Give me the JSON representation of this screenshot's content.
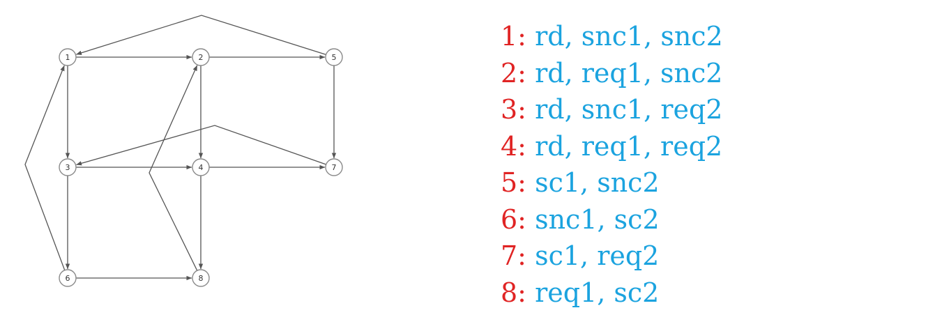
{
  "graph": {
    "nodes": [
      "1",
      "2",
      "3",
      "4",
      "5",
      "6",
      "7",
      "8"
    ],
    "edges": [
      {
        "from": "1",
        "to": "2"
      },
      {
        "from": "1",
        "to": "3"
      },
      {
        "from": "2",
        "to": "5"
      },
      {
        "from": "2",
        "to": "4"
      },
      {
        "from": "5",
        "to": "1"
      },
      {
        "from": "5",
        "to": "7"
      },
      {
        "from": "3",
        "to": "4"
      },
      {
        "from": "3",
        "to": "6"
      },
      {
        "from": "4",
        "to": "7"
      },
      {
        "from": "4",
        "to": "8"
      },
      {
        "from": "6",
        "to": "8"
      },
      {
        "from": "6",
        "to": "1"
      },
      {
        "from": "7",
        "to": "3"
      },
      {
        "from": "8",
        "to": "2"
      }
    ]
  },
  "states": [
    {
      "id": "1:",
      "vars": "rd, snc1, snc2"
    },
    {
      "id": "2:",
      "vars": "rd, req1, snc2"
    },
    {
      "id": "3:",
      "vars": "rd, snc1, req2"
    },
    {
      "id": "4:",
      "vars": "rd, req1, req2"
    },
    {
      "id": "5:",
      "vars": "sc1, snc2"
    },
    {
      "id": "6:",
      "vars": "snc1, sc2"
    },
    {
      "id": "7:",
      "vars": "sc1, req2"
    },
    {
      "id": "8:",
      "vars": "req1, sc2"
    }
  ],
  "colors": {
    "state_id": "#e02424",
    "state_vars": "#1ba3df",
    "edge": "#555555",
    "node_stroke": "#8a8a8a"
  }
}
